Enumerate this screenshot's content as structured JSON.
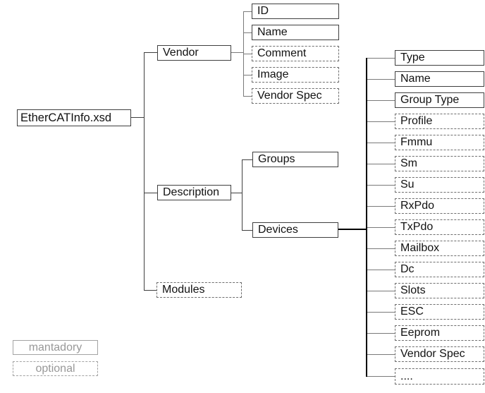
{
  "tree": {
    "root": {
      "label": "EtherCATInfo.xsd",
      "style": "mandatory"
    },
    "children": [
      {
        "label": "Vendor",
        "style": "mandatory",
        "children": [
          {
            "label": "ID",
            "style": "mandatory"
          },
          {
            "label": "Name",
            "style": "mandatory"
          },
          {
            "label": "Comment",
            "style": "optional"
          },
          {
            "label": "Image",
            "style": "optional"
          },
          {
            "label": "Vendor Spec",
            "style": "optional"
          }
        ]
      },
      {
        "label": "Description",
        "style": "mandatory",
        "children": [
          {
            "label": "Groups",
            "style": "mandatory"
          },
          {
            "label": "Devices",
            "style": "mandatory",
            "children": [
              {
                "label": "Type",
                "style": "mandatory"
              },
              {
                "label": "Name",
                "style": "mandatory"
              },
              {
                "label": "Group Type",
                "style": "mandatory"
              },
              {
                "label": "Profile",
                "style": "optional"
              },
              {
                "label": "Fmmu",
                "style": "optional"
              },
              {
                "label": "Sm",
                "style": "optional"
              },
              {
                "label": "Su",
                "style": "optional"
              },
              {
                "label": "RxPdo",
                "style": "optional"
              },
              {
                "label": "TxPdo",
                "style": "optional"
              },
              {
                "label": "Mailbox",
                "style": "optional"
              },
              {
                "label": "Dc",
                "style": "optional"
              },
              {
                "label": "Slots",
                "style": "optional"
              },
              {
                "label": "ESC",
                "style": "optional"
              },
              {
                "label": "Eeprom",
                "style": "optional"
              },
              {
                "label": "Vendor Spec",
                "style": "optional"
              },
              {
                "label": "....",
                "style": "optional"
              }
            ]
          }
        ]
      },
      {
        "label": "Modules",
        "style": "optional"
      }
    ]
  },
  "legend": {
    "mandatory_label": "mantadory",
    "optional_label": "optional"
  },
  "colors": {
    "background": "#ffffff",
    "box_border_solid": "#3f3f3f",
    "box_border_dashed": "#6e6e6e",
    "text": "#111111",
    "connector_line": "#3f3f3f",
    "branch_line_gray": "#7a7a7a",
    "devices_trunk": "#000000",
    "legend_text": "#989898"
  }
}
